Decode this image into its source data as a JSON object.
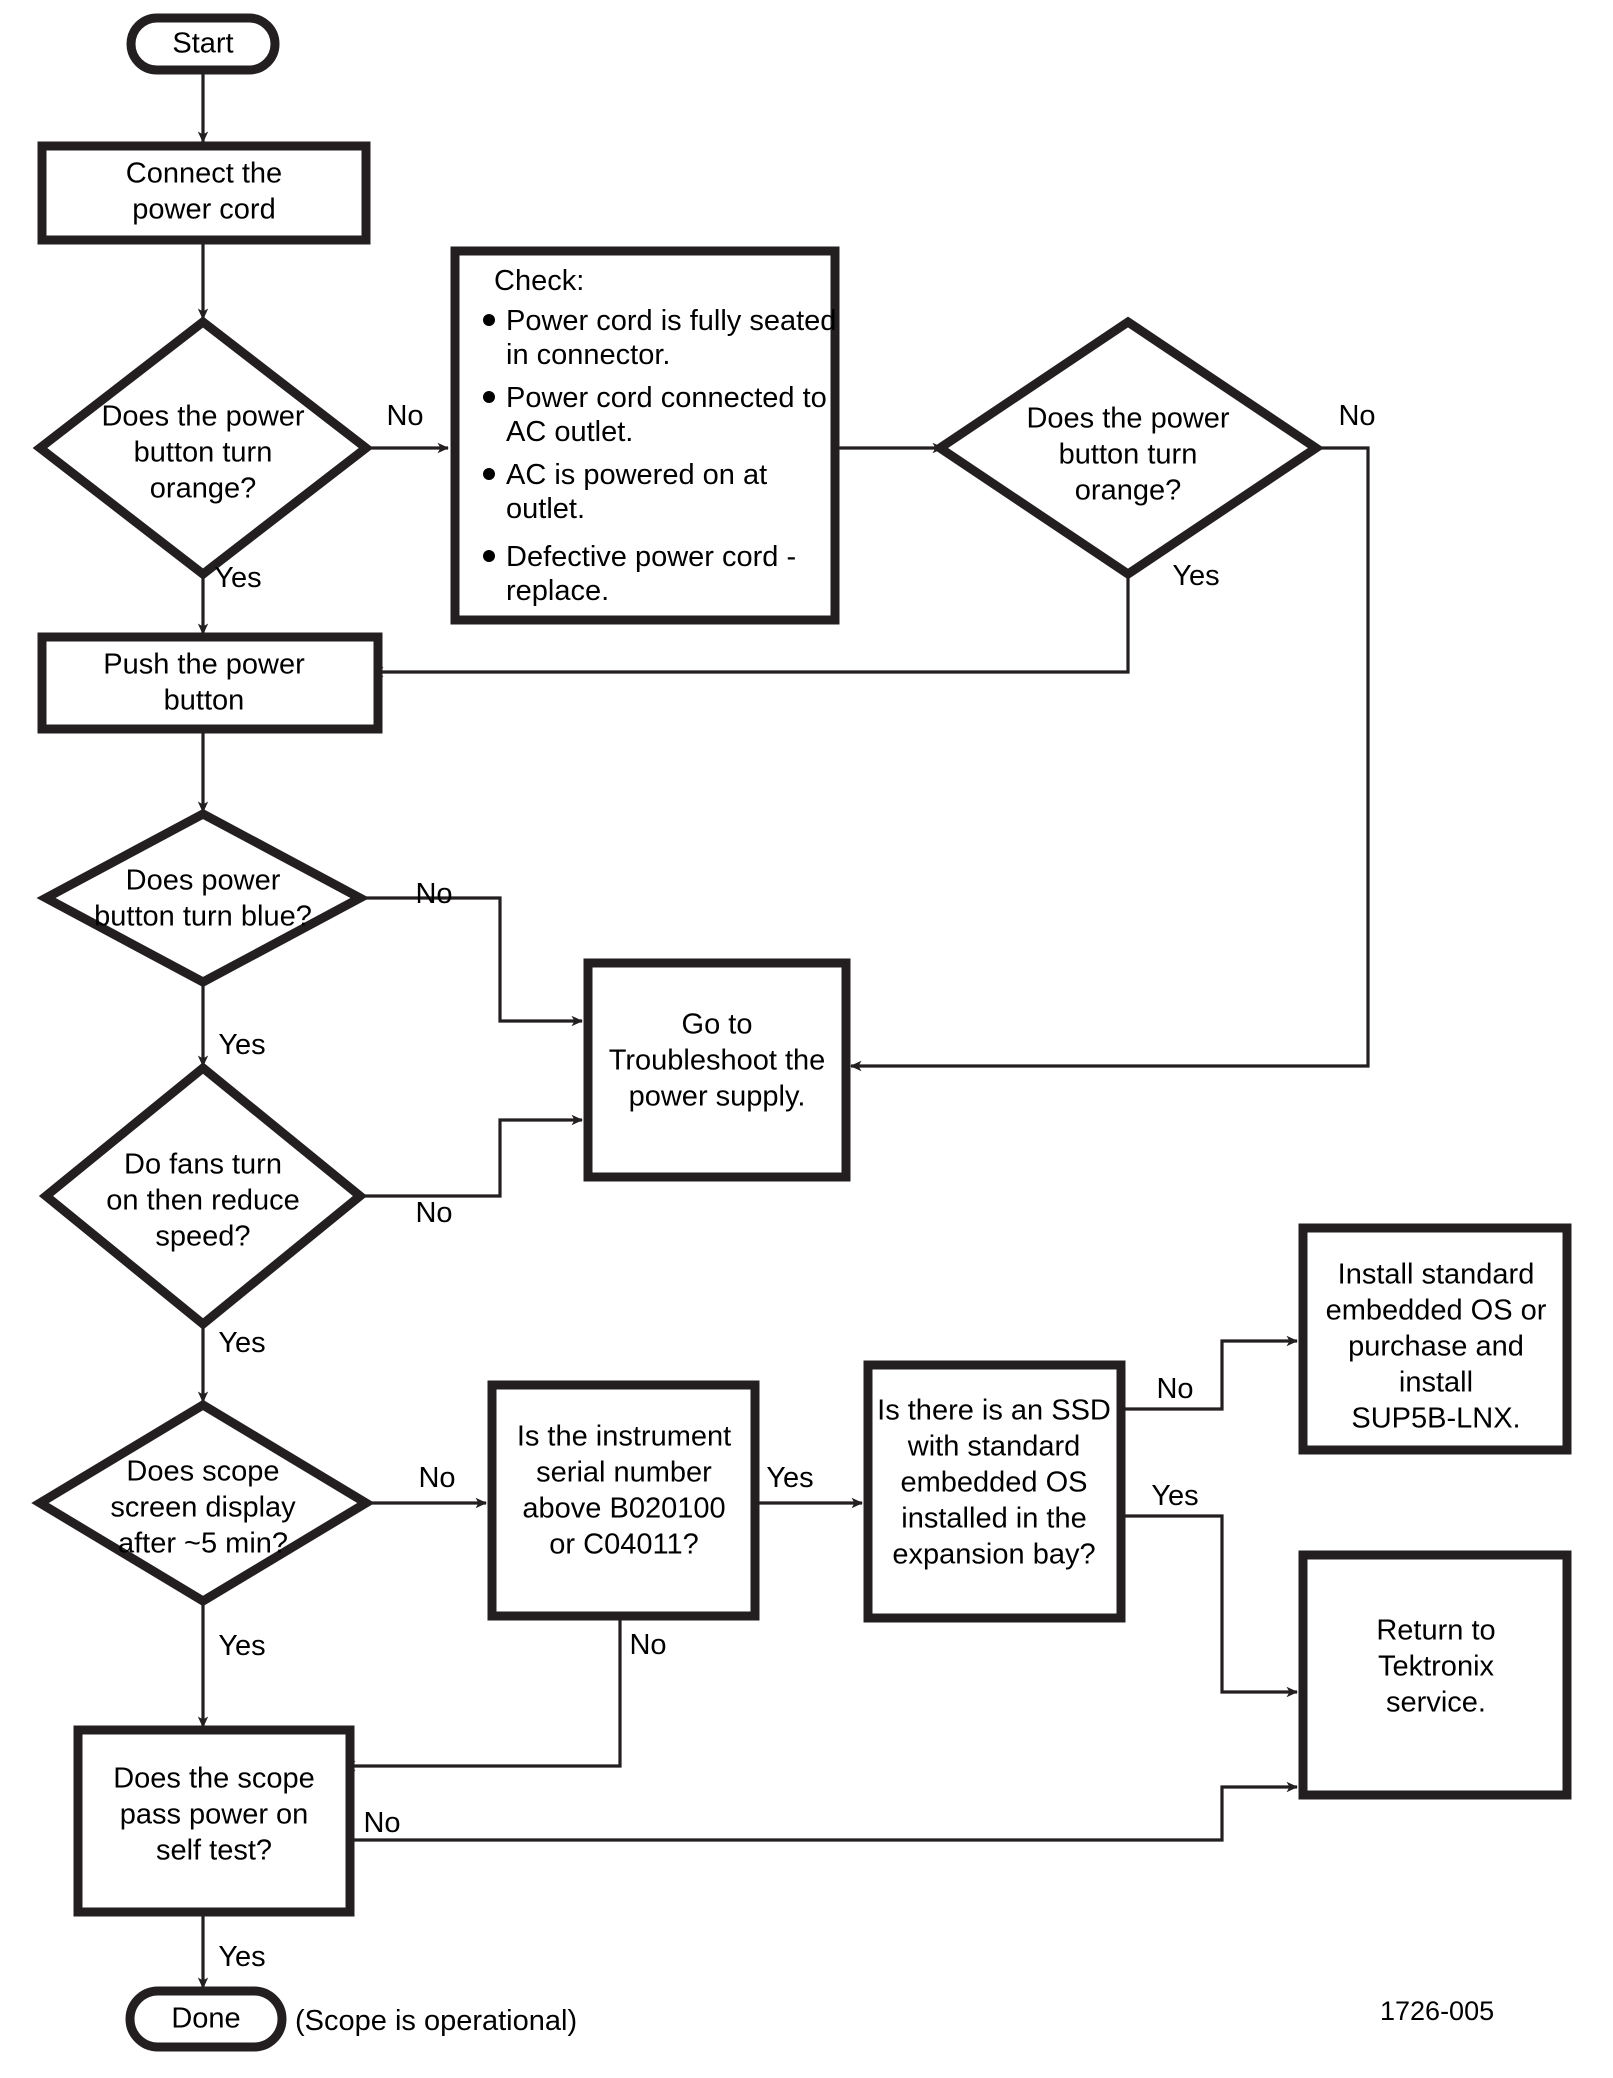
{
  "diagram": {
    "title": "Power on / troubleshooting flowchart",
    "document_number": "1726-005",
    "caption": "(Scope is operational)",
    "colors": {
      "stroke": "#231f20",
      "fill": "#ffffff",
      "text": "#000000"
    }
  },
  "nodes": {
    "start": {
      "label": "Start",
      "shape": "terminator"
    },
    "connect_power_cord": {
      "line1": "Connect the",
      "line2": "power cord",
      "shape": "process"
    },
    "power_button_orange_1": {
      "line1": "Does the power",
      "line2": "button turn",
      "line3": "orange?",
      "shape": "decision"
    },
    "check_box": {
      "heading": "Check:",
      "bullets": [
        {
          "line1": "Power cord is fully seated",
          "line2": "in connector."
        },
        {
          "line1": "Power cord connected to",
          "line2": "AC outlet."
        },
        {
          "line1": "AC is powered on at",
          "line2": "outlet."
        },
        {
          "line1": "Defective power cord -",
          "line2": "replace."
        }
      ],
      "shape": "process"
    },
    "power_button_orange_2": {
      "line1": "Does the power",
      "line2": "button turn",
      "line3": "orange?",
      "shape": "decision"
    },
    "push_power_button": {
      "line1": "Push the power",
      "line2": "button",
      "shape": "process"
    },
    "power_button_blue": {
      "line1": "Does power",
      "line2": "button turn blue?",
      "shape": "decision"
    },
    "troubleshoot_power_supply": {
      "line1": "Go to",
      "line2": "Troubleshoot the",
      "line3": "power supply.",
      "shape": "process"
    },
    "fans_turn_on": {
      "line1": "Do fans turn",
      "line2": "on then reduce",
      "line3": "speed?",
      "shape": "decision"
    },
    "scope_screen_display": {
      "line1": "Does scope",
      "line2": "screen display",
      "line3": "after ~5 min?",
      "shape": "decision"
    },
    "serial_number": {
      "line1": "Is the instrument",
      "line2": "serial number",
      "line3": "above B020100",
      "line4": "or C04011?",
      "shape": "process"
    },
    "ssd_expansion_bay": {
      "line1": "Is there is an SSD",
      "line2": "with standard",
      "line3": "embedded OS",
      "line4": "installed in the",
      "line5": "expansion bay?",
      "shape": "process"
    },
    "install_standard_os": {
      "line1": "Install standard",
      "line2": "embedded OS or",
      "line3": "purchase and",
      "line4": "install",
      "line5": "SUP5B-LNX.",
      "shape": "process"
    },
    "return_to_tektronix": {
      "line1": "Return to",
      "line2": "Tektronix",
      "line3": "service.",
      "shape": "process"
    },
    "scope_self_test": {
      "line1": "Does the scope",
      "line2": "pass power on",
      "line3": "self test?",
      "shape": "process"
    },
    "done": {
      "label": "Done",
      "shape": "terminator"
    }
  },
  "edge_labels": {
    "orange1_no": "No",
    "orange1_yes": "Yes",
    "orange2_no": "No",
    "orange2_yes": "Yes",
    "blue_no": "No",
    "blue_yes": "Yes",
    "fans_no": "No",
    "fans_yes": "Yes",
    "screen_no": "No",
    "screen_yes": "Yes",
    "serial_yes": "Yes",
    "serial_no": "No",
    "ssd_no": "No",
    "ssd_yes": "Yes",
    "selftest_no": "No",
    "selftest_yes": "Yes"
  }
}
